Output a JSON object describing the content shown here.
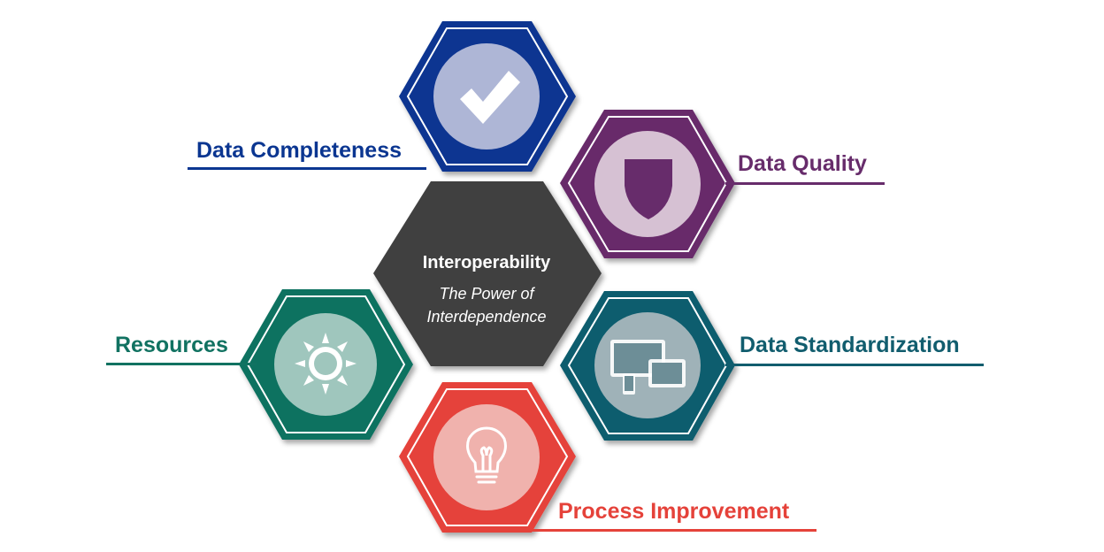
{
  "center": {
    "title": "Interoperability",
    "subtitle_line1": "The Power of",
    "subtitle_line2": "Interdependence",
    "color": "#3f3f3f"
  },
  "pillars": [
    {
      "label": "Data Completeness",
      "color": "#0b3691",
      "icon": "checkmark-icon"
    },
    {
      "label": "Data Quality",
      "color": "#672c6b",
      "icon": "shield-icon"
    },
    {
      "label": "Data Standardization",
      "color": "#115d6e",
      "icon": "devices-icon"
    },
    {
      "label": "Process Improvement",
      "color": "#e5423a",
      "icon": "lightbulb-icon"
    },
    {
      "label": "Resources",
      "color": "#117261",
      "icon": "sun-icon"
    }
  ]
}
